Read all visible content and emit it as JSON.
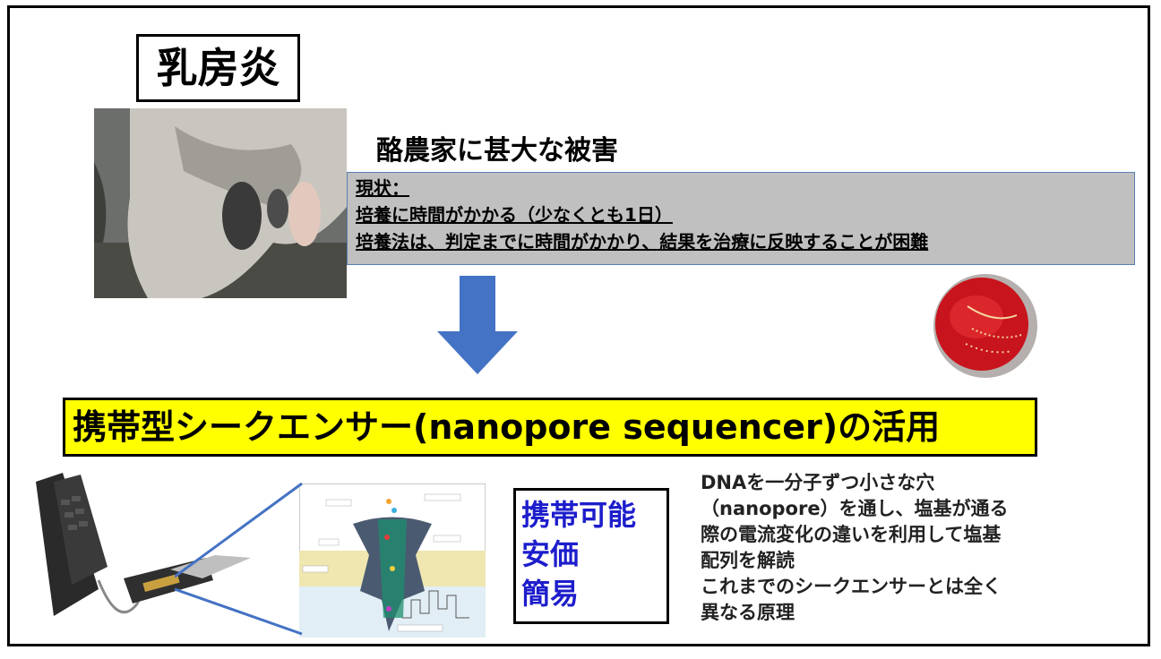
{
  "slide": {
    "title": "乳房炎",
    "headline": "酪農家に甚大な被害",
    "current_status": {
      "heading": "現状：",
      "line1": "培養に時間がかかる（少なくとも1日）",
      "line2": "培養法は、判定までに時間がかかり、結果を治療に反映することが困難"
    },
    "banner": "携帯型シークエンサー(nanopore sequencer)の活用",
    "features": [
      "携帯可能",
      "安価",
      "簡易"
    ],
    "description": [
      "DNAを一分子ずつ小さな穴",
      "（nanopore）を通し、塩基が通る",
      "際の電流変化の違いを利用して塩基",
      "配列を解読",
      "これまでのシークエンサーとは全く",
      "異なる原理"
    ]
  },
  "colors": {
    "banner_bg": "#ffff00",
    "status_box_bg": "#c0c0c0",
    "arrow": "#4472c4",
    "feature_text": "#1d1dcc"
  }
}
